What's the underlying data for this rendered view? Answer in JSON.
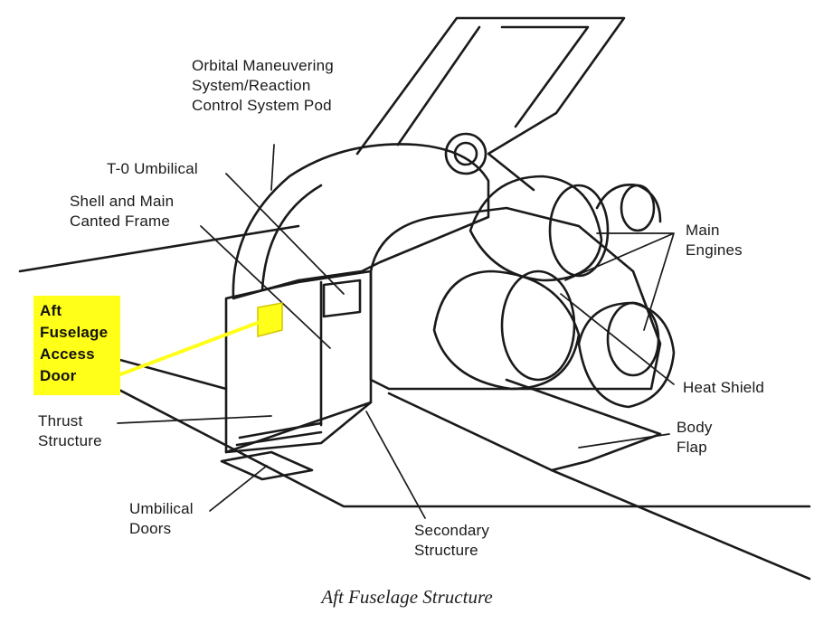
{
  "labels": {
    "oms_pod": "Orbital Maneuvering\nSystem/Reaction\nControl System Pod",
    "t0_umbilical": "T-0 Umbilical",
    "shell_frame": "Shell and Main\nCanted Frame",
    "main_engines": "Main\nEngines",
    "aft_access_door": "Aft\nFuselage\nAccess\nDoor",
    "thrust_structure": "Thrust\nStructure",
    "heat_shield": "Heat Shield",
    "body_flap": "Body\nFlap",
    "umbilical_doors": "Umbilical\nDoors",
    "secondary_structure": "Secondary\nStructure"
  },
  "caption": "Aft Fuselage Structure",
  "colors": {
    "highlight": "#ffff1a",
    "ink": "#1a1a1a"
  }
}
